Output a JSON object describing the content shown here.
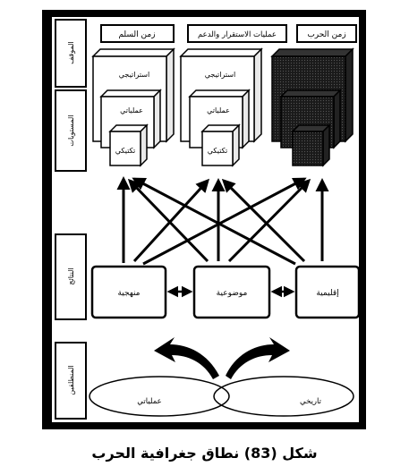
{
  "rows": {
    "settings": "الموقف",
    "levels": "المستويات",
    "outcomes": "النتائج",
    "dimensions": "المنطلقين"
  },
  "contexts": {
    "peace": "زمن السلم",
    "stability": "عمليات الاستقرار والدعم",
    "war": "زمن الحرب"
  },
  "levels": {
    "strategic": "استراتيجي",
    "operational": "عملياتي",
    "tactical": "تكتيكي"
  },
  "outcomes": {
    "methodological": "منهجية",
    "thematic": "موضوعية",
    "regional": "إقليمية"
  },
  "dimensions": {
    "operational": "عملياتي",
    "historical": "تاريخي"
  },
  "caption": "شكل (83) نطاق جغرافية الحرب"
}
